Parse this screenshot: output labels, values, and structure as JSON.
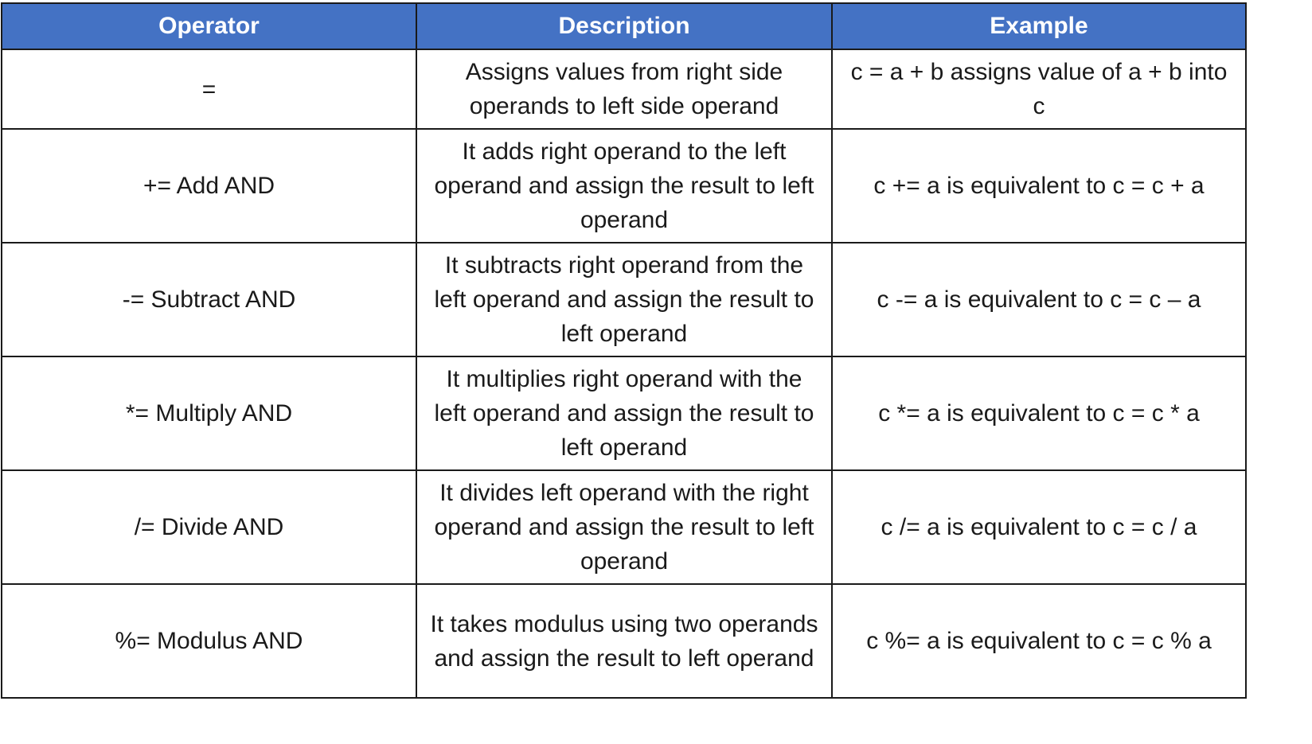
{
  "table": {
    "headers": [
      "Operator",
      "Description",
      "Example"
    ],
    "rows": [
      {
        "operator": "=",
        "description": "Assigns values from right side operands to left side operand",
        "example": "c = a + b assigns value of a + b into c"
      },
      {
        "operator": "+= Add AND",
        "description": "It adds right operand to the left operand and assign the result to left operand",
        "example": "c += a is equivalent to c = c + a"
      },
      {
        "operator": "-= Subtract AND",
        "description": "It subtracts right operand from the left operand and assign the result to left operand",
        "example": "c -= a is equivalent to c = c – a"
      },
      {
        "operator": "*= Multiply AND",
        "description": "It multiplies right operand with the left operand and assign the result to left operand",
        "example": "c *= a is equivalent to c = c * a"
      },
      {
        "operator": "/= Divide AND",
        "description": "It divides left operand with the right operand and assign the result to left operand",
        "example": "c /= a is equivalent to c = c / a"
      },
      {
        "operator": "%= Modulus AND",
        "description": "It takes modulus using two operands and assign the result to left operand",
        "example": "c %= a is equivalent to c = c % a"
      }
    ]
  },
  "colors": {
    "header_background": "#4472c4",
    "header_text": "#ffffff",
    "border": "#1a1a1a"
  }
}
